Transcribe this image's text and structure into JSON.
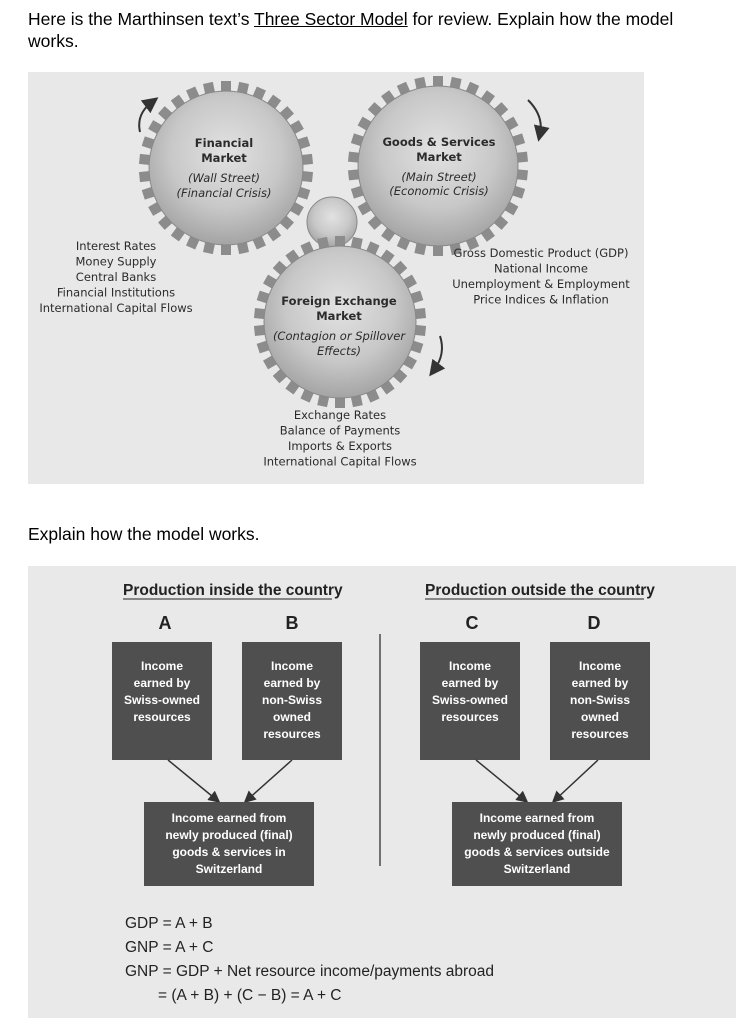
{
  "intro": {
    "before": "Here is the Marthinsen text’s ",
    "link": "Three Sector Model",
    "after": " for review. Explain how the model works."
  },
  "prompt2": "Explain how the model works.",
  "gears": {
    "financial": {
      "title_1": "Financial",
      "title_2": "Market",
      "sub_1": "(Wall Street)",
      "sub_2": "(Financial Crisis)"
    },
    "goods": {
      "title_1": "Goods & Services",
      "title_2": "Market",
      "sub_1": "(Main Street)",
      "sub_2": "(Economic Crisis)"
    },
    "fx": {
      "title_1": "Foreign Exchange",
      "title_2": "Market",
      "sub_1": "(Contagion or Spillover",
      "sub_2": "Effects)"
    }
  },
  "lists": {
    "financial": [
      "Interest Rates",
      "Money Supply",
      "Central Banks",
      "Financial Institutions",
      "International Capital Flows"
    ],
    "goods": [
      "Gross Domestic Product (GDP)",
      "National Income",
      "Unemployment & Employment",
      "Price Indices & Inflation"
    ],
    "fx": [
      "Exchange Rates",
      "Balance of Payments",
      "Imports & Exports",
      "International Capital Flows"
    ]
  },
  "production": {
    "inside_header": "Production inside the country",
    "outside_header": "Production outside the country",
    "columns": [
      "A",
      "B",
      "C",
      "D"
    ],
    "boxes": [
      [
        "Income",
        "earned by",
        "Swiss-owned",
        "resources"
      ],
      [
        "Income",
        "earned by",
        "non-Swiss",
        "owned",
        "resources"
      ],
      [
        "Income",
        "earned by",
        "Swiss-owned",
        "resources"
      ],
      [
        "Income",
        "earned by",
        "non-Swiss",
        "owned",
        "resources"
      ]
    ],
    "result_inside": [
      "Income earned from",
      "newly produced (final)",
      "goods & services in",
      "Switzerland"
    ],
    "result_outside": [
      "Income earned from",
      "newly produced (final)",
      "goods & services outside",
      "Switzerland"
    ]
  },
  "equations": [
    "GDP = A + B",
    "GNP = A + C",
    "GNP = GDP + Net resource income/payments abroad",
    "= (A + B) + (C − B) = A + C"
  ],
  "colors": {
    "panel": "#e8e8e8",
    "gear": "#a6a6a6",
    "box": "#4f4f4f"
  }
}
